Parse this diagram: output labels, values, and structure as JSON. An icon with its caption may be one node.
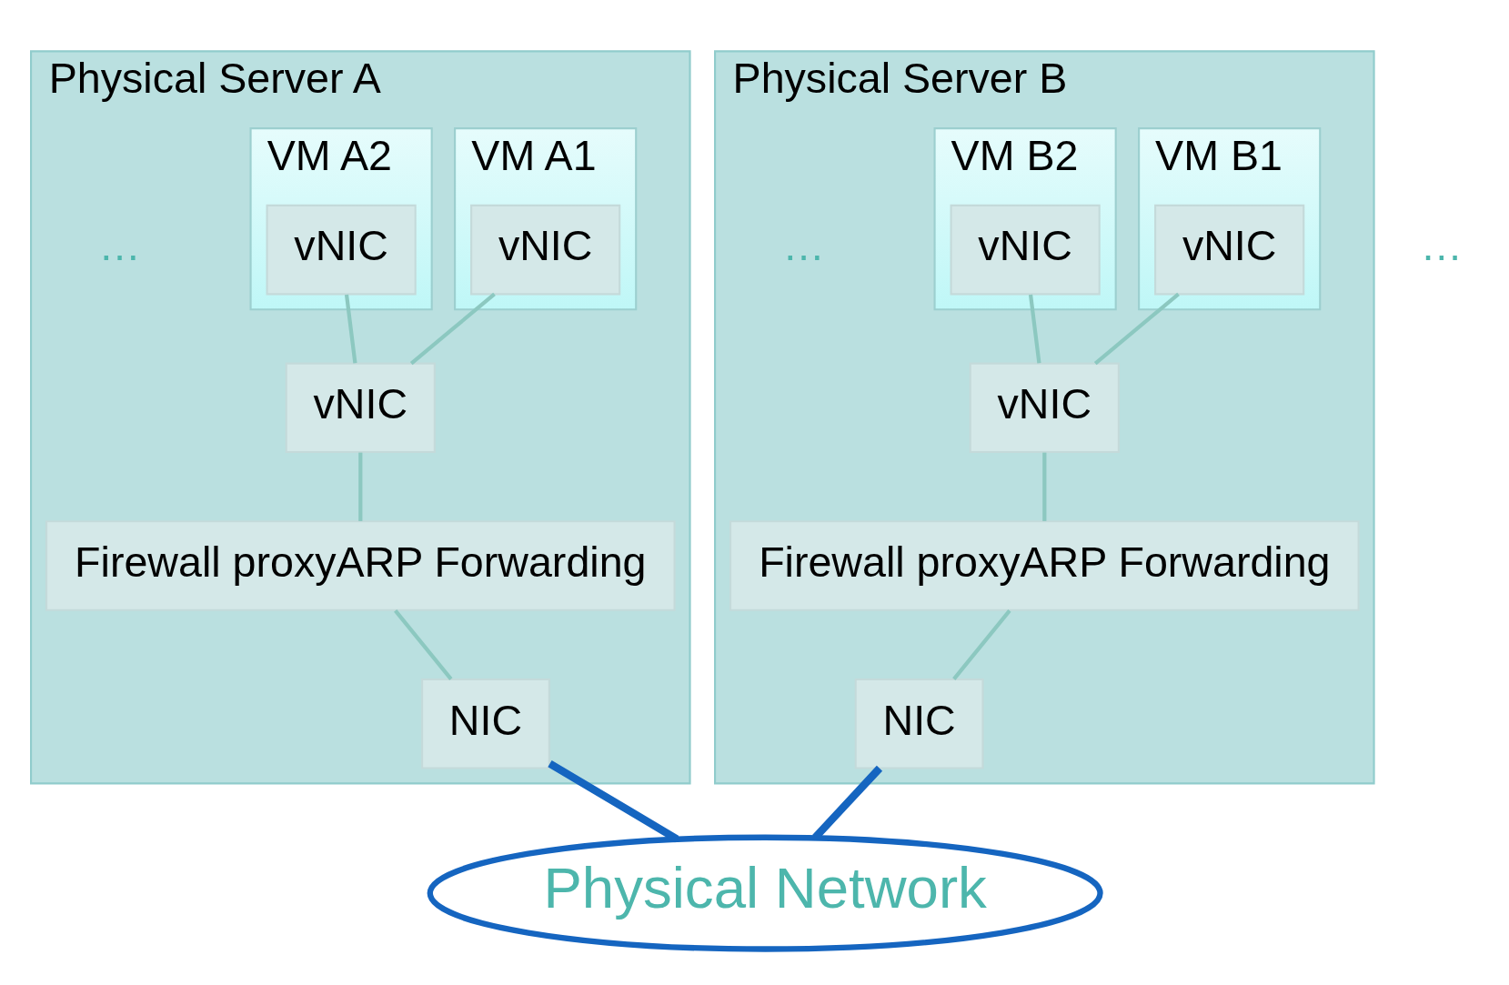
{
  "diagram": {
    "nodes": [
      {
        "text": [
          "Physical Server A"
        ]
      },
      {
        "text": [
          "VM A1"
        ],
        "in": 0
      },
      {
        "text": [
          "vNIC"
        ],
        "in": 1
      },
      {
        "text": [
          "VM A2"
        ],
        "in": 0
      },
      {
        "text": [
          "vNIC"
        ],
        "in": 3
      },
      {
        "text": [
          "vNIC"
        ],
        "in": 0
      },
      {
        "text": [
          "Firewall proxyARP Forwarding"
        ],
        "in": 0
      },
      {
        "text": [
          "NIC"
        ],
        "in": 0
      },
      {
        "text": [
          "Physical Server B"
        ]
      },
      {
        "text": [
          "VM B1"
        ],
        "in": 8
      },
      {
        "text": [
          "vNIC"
        ],
        "in": 9
      },
      {
        "text": [
          "VM B2"
        ],
        "in": 8
      },
      {
        "text": [
          "vNIC"
        ],
        "in": 11
      },
      {
        "text": [
          "vNIC"
        ],
        "in": 8
      },
      {
        "text": [
          "Firewall proxyARP Forwarding"
        ],
        "in": 8
      },
      {
        "text": [
          "NIC"
        ],
        "in": 8
      },
      {
        "text": [
          "Physical Network"
        ]
      }
    ],
    "edges": [
      {
        "from": 2,
        "to": 5,
        "arrow": "none"
      },
      {
        "from": 4,
        "to": 5,
        "arrow": "none"
      },
      {
        "from": 5,
        "to": 6,
        "arrow": "none"
      },
      {
        "from": 6,
        "to": 7,
        "arrow": "none"
      },
      {
        "from": 10,
        "to": 13,
        "arrow": "none"
      },
      {
        "from": 12,
        "to": 13,
        "arrow": "none"
      },
      {
        "from": 13,
        "to": 14,
        "arrow": "none"
      },
      {
        "from": 14,
        "to": 15,
        "arrow": "none"
      },
      {
        "from": 7,
        "to": 16,
        "arrow": "none",
        "style": "thick",
        "color": "#1565c0"
      },
      {
        "from": 15,
        "to": 16,
        "arrow": "none",
        "style": "thick",
        "color": "#1565c0"
      }
    ],
    "labels": [
      "…",
      "…",
      "…"
    ]
  }
}
